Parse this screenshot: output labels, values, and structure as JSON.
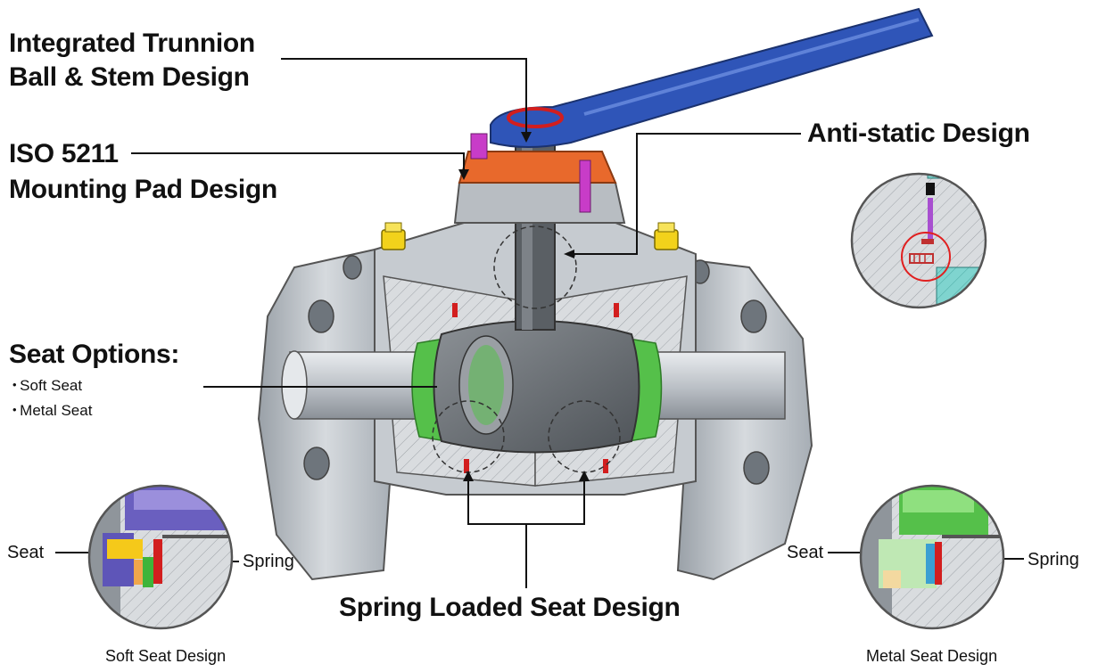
{
  "labels": {
    "trunnion_line1": "Integrated Trunnion",
    "trunnion_line2": "Ball & Stem Design",
    "iso_line1": "ISO 5211",
    "iso_line2": "Mounting Pad Design",
    "anti_static": "Anti-static Design",
    "seat_options_heading": "Seat Options:",
    "seat_options": [
      "Soft Seat",
      "Metal Seat"
    ],
    "spring_loaded": "Spring Loaded Seat Design",
    "soft_detail": {
      "seat": "Seat",
      "spring": "Spring",
      "caption": "Soft Seat Design"
    },
    "metal_detail": {
      "seat": "Seat",
      "spring": "Spring",
      "caption": "Metal Seat Design"
    }
  },
  "colors": {
    "body_metal": "#bfc4c9",
    "body_shadow": "#8e959c",
    "ball": "#6c7176",
    "stem": "#5a5f64",
    "handle": "#2f55b8",
    "mount_pad": "#e8692c",
    "bolt": "#f2d21b",
    "seat_ring": "#55c04a",
    "seal": "#c83cc8",
    "detail_ring": "#e02020",
    "insert_teal": "#62c6c0"
  },
  "icons": [
    "ball-valve-cutaway-illustration",
    "anti-static-detail-magnifier",
    "soft-seat-detail-magnifier",
    "metal-seat-detail-magnifier"
  ]
}
